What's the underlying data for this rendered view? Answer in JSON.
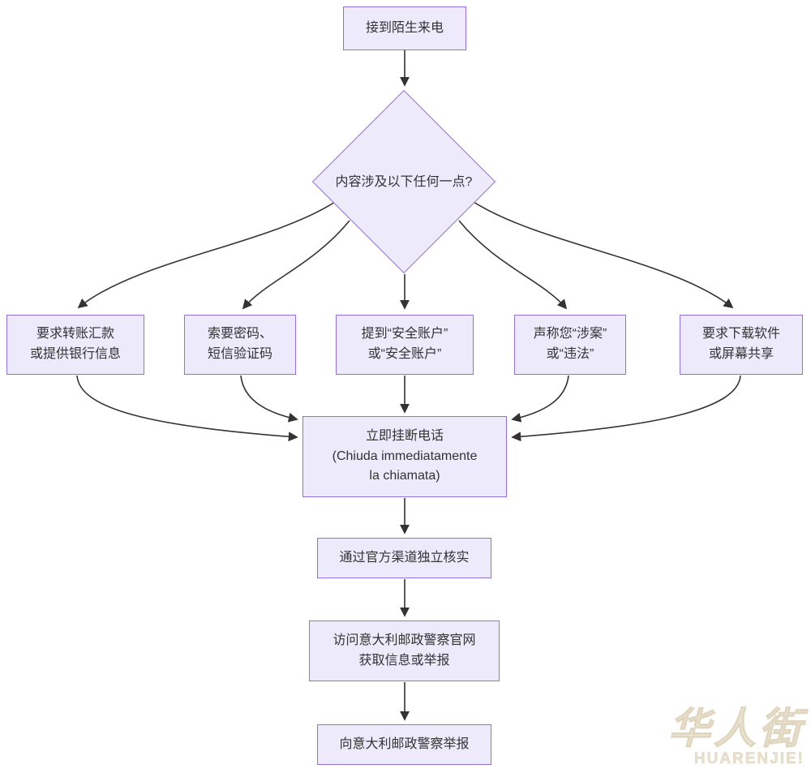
{
  "flowchart": {
    "nodes": {
      "start": {
        "label": "接到陌生来电"
      },
      "decision": {
        "label": "内容涉及以下任何一点?"
      },
      "cond1": {
        "line1": "要求转账汇款",
        "line2": "或提供银行信息"
      },
      "cond2": {
        "line1": "索要密码、",
        "line2": "短信验证码"
      },
      "cond3": {
        "line1": "提到“安全账户”",
        "line2": "或“安全账户”"
      },
      "cond4": {
        "line1": "声称您“涉案”",
        "line2": "或“违法”"
      },
      "cond5": {
        "line1": "要求下载软件",
        "line2": "或屏幕共享"
      },
      "hangup": {
        "line1": "立即挂断电话",
        "line2": "(Chiuda immediatamente",
        "line3": "la chiamata)"
      },
      "verify": {
        "label": "通过官方渠道独立核实"
      },
      "visit": {
        "line1": "访问意大利邮政警察官网",
        "line2": "获取信息或举报"
      },
      "report": {
        "label": "向意大利邮政警察举报"
      }
    },
    "colors": {
      "node_fill": "#ECEAFB",
      "node_border": "#9370DB",
      "edge": "#333333",
      "text": "#333333"
    }
  },
  "watermark": {
    "cn": "华人街",
    "en": "HUARENJIE!"
  }
}
